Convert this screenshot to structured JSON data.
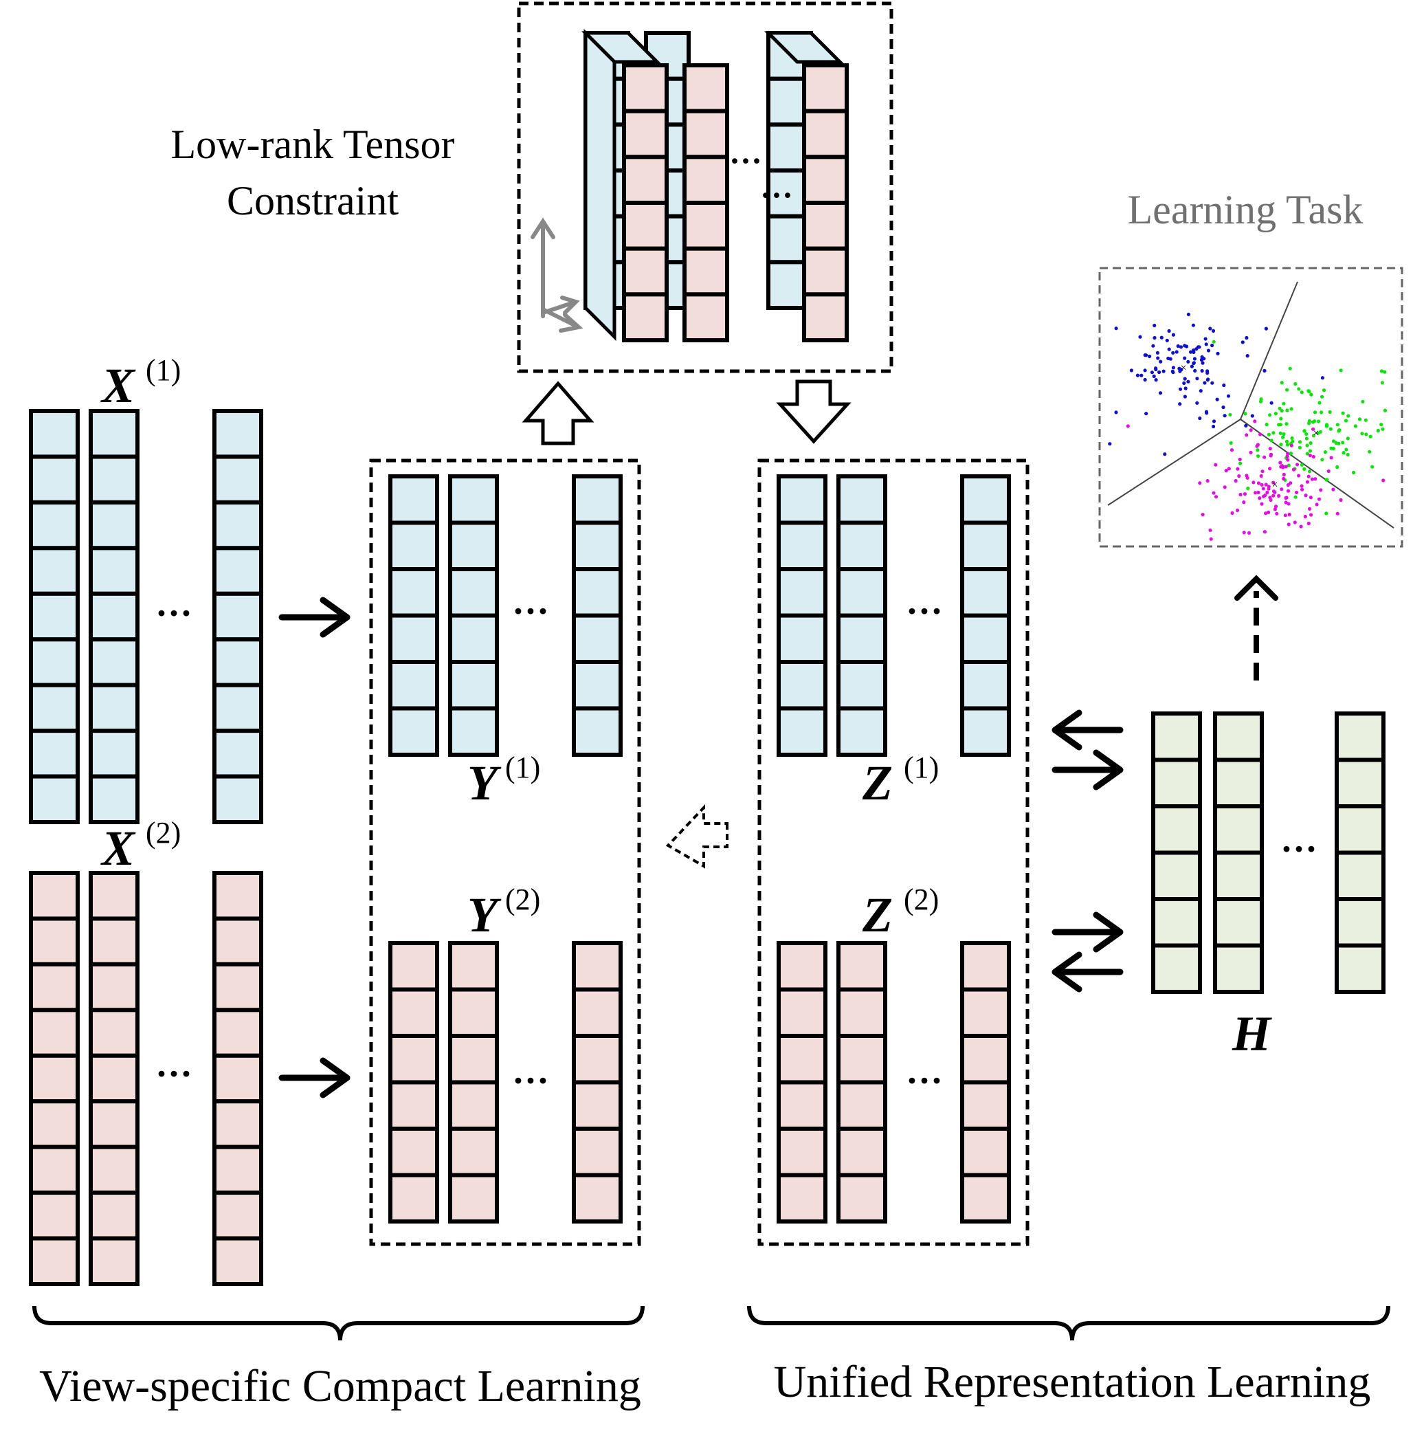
{
  "labels": {
    "tensor_title_line1": "Low-rank Tensor",
    "tensor_title_line2": "Constraint",
    "learning_task": "Learning Task",
    "x_letter": "X",
    "y_letter": "Y",
    "z_letter": "Z",
    "h_letter": "H",
    "sup_1": "(1)",
    "sup_2": "(2)",
    "ellipsis": "···",
    "bottom_left": "View-specific Compact Learning",
    "bottom_right": "Unified Representation Learning"
  },
  "colors": {
    "view1_fill": "#d9edf2",
    "view2_fill": "#f2dddb",
    "unified_fill": "#e9f0e0",
    "stroke": "#000000",
    "cluster_blue": "#1010c8",
    "cluster_green": "#10e010",
    "cluster_magenta": "#e010e0",
    "learning_task_text": "#707070",
    "axis_gray": "#888888"
  },
  "icons": {
    "flow_arrow": "arrow-right-icon",
    "bidirectional": "exchange-arrows-icon",
    "hollow_up": "hollow-up-arrow-icon",
    "hollow_down": "hollow-down-arrow-icon",
    "dashed_left": "dashed-left-arrow-icon",
    "dashed_up": "dashed-up-arrow-icon",
    "axes": "3d-axes-icon"
  }
}
